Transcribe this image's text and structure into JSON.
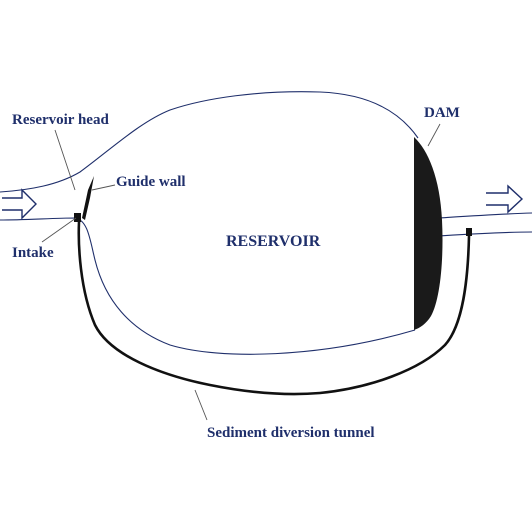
{
  "labels": {
    "reservoir_head": "Reservoir head",
    "guide_wall": "Guide wall",
    "intake": "Intake",
    "reservoir": "RESERVOIR",
    "dam": "DAM",
    "tunnel": "Sediment diversion tunnel"
  },
  "colors": {
    "label": "#1f2f6b",
    "water_outline": "#1f2f6b",
    "dam_fill": "#1a1a1a",
    "tunnel": "#111111"
  },
  "icons": {
    "inflow": "right-arrow-icon",
    "outflow": "right-arrow-icon"
  }
}
